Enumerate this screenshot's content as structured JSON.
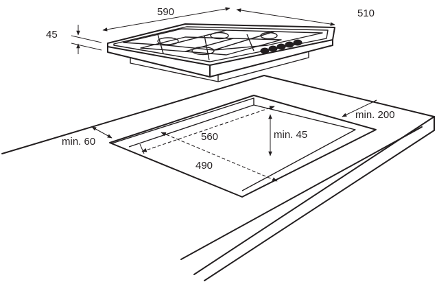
{
  "labels": {
    "hob_width": "590",
    "hob_depth": "510",
    "hob_height": "45",
    "cutout_width": "560",
    "cutout_depth": "490",
    "min_depth": "min. 45",
    "min_back": "min. 200",
    "min_front": "min. 60"
  }
}
